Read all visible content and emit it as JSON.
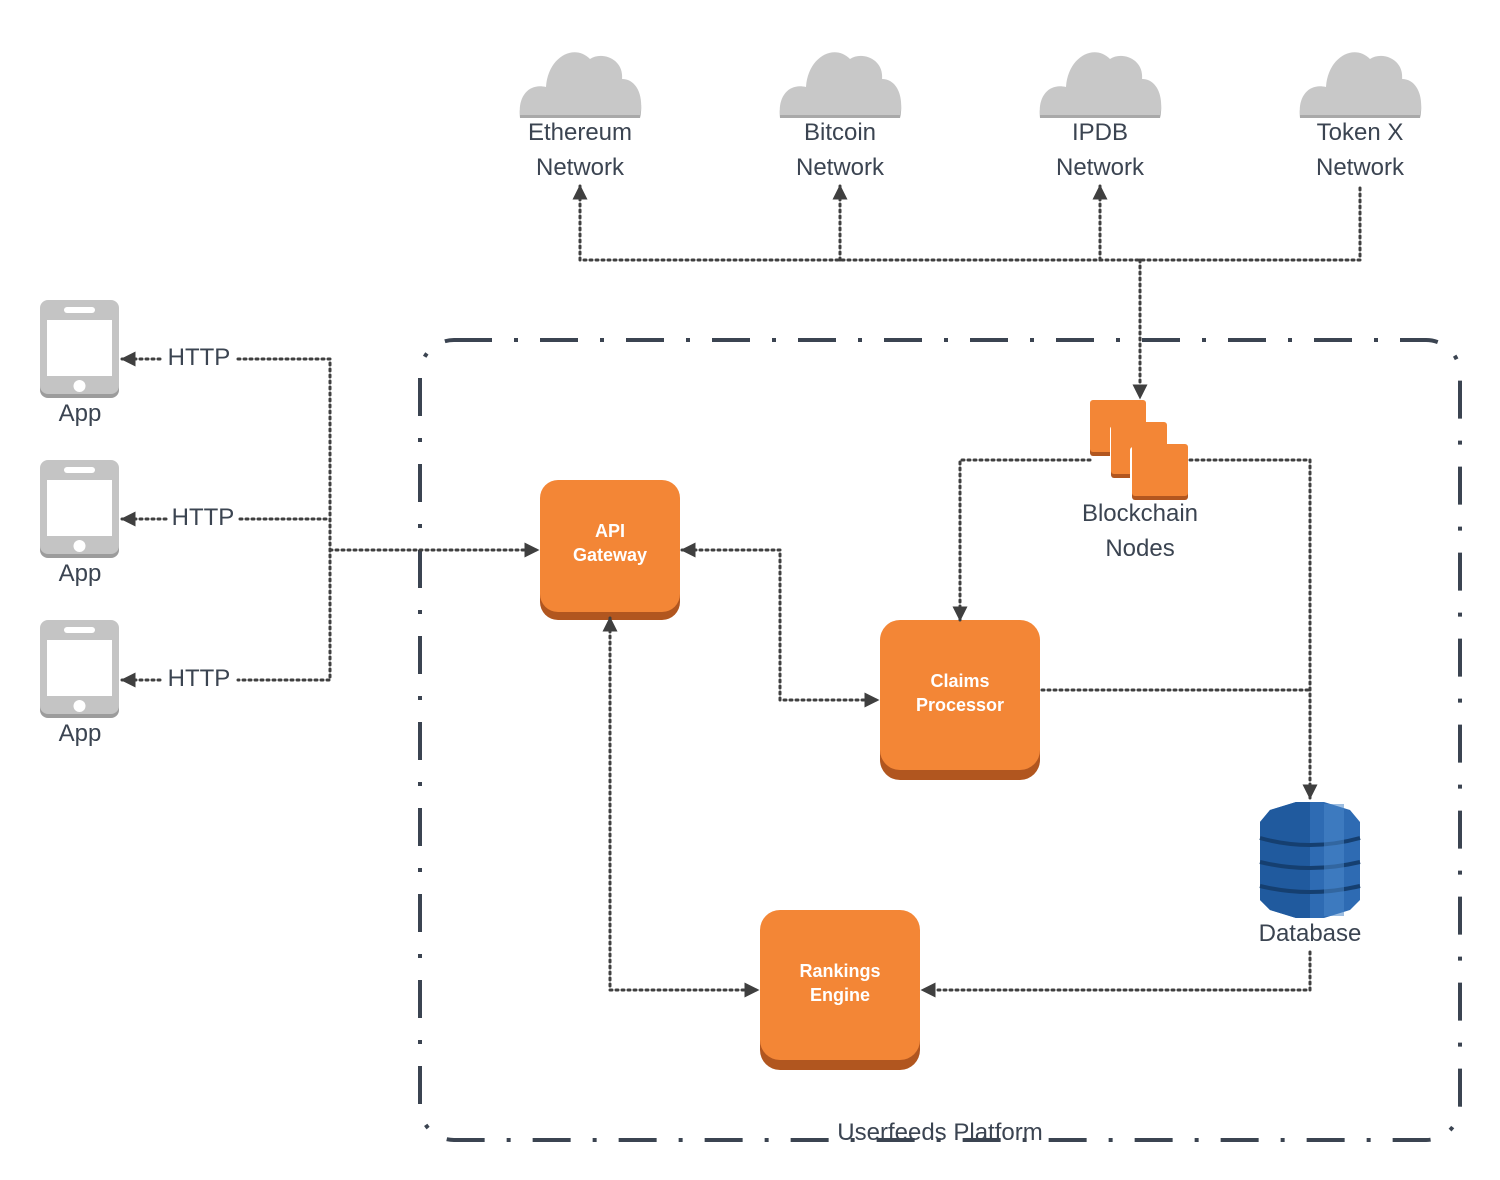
{
  "networks": [
    {
      "line1": "Ethereum",
      "line2": "Network"
    },
    {
      "line1": "Bitcoin",
      "line2": "Network"
    },
    {
      "line1": "IPDB",
      "line2": "Network"
    },
    {
      "line1": "Token X",
      "line2": "Network"
    }
  ],
  "apps": [
    {
      "label": "App",
      "link_label": "HTTP"
    },
    {
      "label": "App",
      "link_label": "HTTP"
    },
    {
      "label": "App",
      "link_label": "HTTP"
    }
  ],
  "platform": {
    "label": "Userfeeds Platform"
  },
  "components": {
    "api_gateway": {
      "line1": "API",
      "line2": "Gateway"
    },
    "claims_processor": {
      "line1": "Claims",
      "line2": "Processor"
    },
    "rankings_engine": {
      "line1": "Rankings",
      "line2": "Engine"
    },
    "blockchain_nodes": {
      "line1": "Blockchain",
      "line2": "Nodes"
    },
    "database": {
      "label": "Database"
    }
  },
  "colors": {
    "component": "#f38636",
    "component_shadow": "#b1561f",
    "cloud": "#c8c8c8",
    "phone": "#c4c4c4",
    "database": "#2e6bb3",
    "boundary": "#3b4451"
  }
}
